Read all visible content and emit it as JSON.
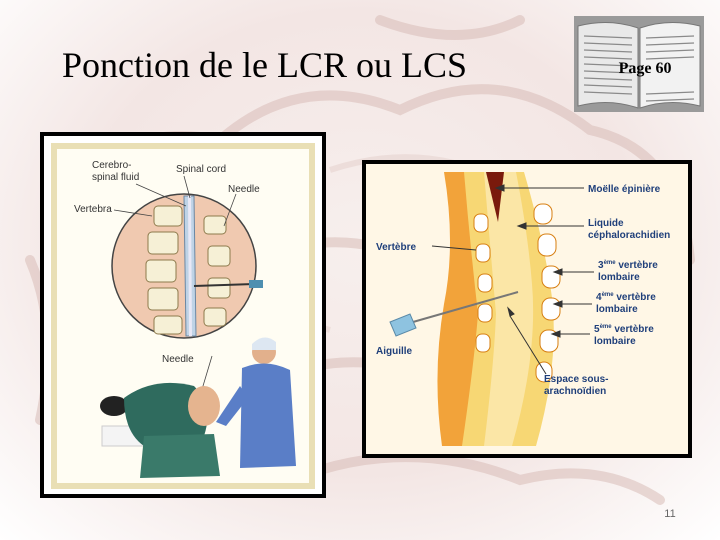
{
  "slide": {
    "title": "Ponction de le LCR ou LCS",
    "page_label": "Page 60",
    "page_number": "11"
  },
  "left_figure": {
    "labels": {
      "csf_line1": "Cerebro-",
      "csf_line2": "spinal fluid",
      "spinal_cord": "Spinal cord",
      "needle_top": "Needle",
      "vertebra": "Vertebra",
      "needle_bottom": "Needle"
    }
  },
  "right_figure": {
    "labels": {
      "moelle": "Moëlle épinière",
      "liquide_1": "Liquide",
      "liquide_2": "céphalorachidien",
      "v3_num": "3",
      "v3_sup": "ème",
      "v3_rest": " vertèbre",
      "v3_lombaire": "lombaire",
      "v4_num": "4",
      "v4_sup": "ème",
      "v4_rest": " vertèbre",
      "v4_lombaire": "lombaire",
      "v5_num": "5",
      "v5_sup": "ème",
      "v5_rest": " vertèbre",
      "v5_lombaire": "lombaire",
      "vertebre": "Vertèbre",
      "aiguille": "Aiguille",
      "espace_1": "Espace sous-",
      "espace_2": "arachnoïdien"
    }
  },
  "colors": {
    "label_blue": "#1f3f7a",
    "spine_orange": "#f2a33a",
    "cord_yellow": "#f7d774",
    "moelle_dark": "#7a1a0c"
  }
}
